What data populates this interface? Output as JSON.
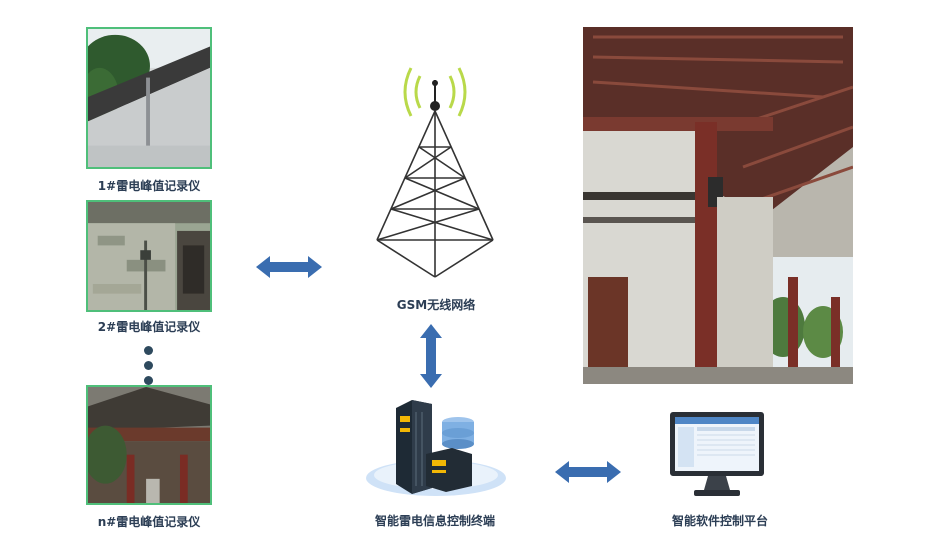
{
  "labels": {
    "recorder_1": "1#雷电峰值记录仪",
    "recorder_2": "2#雷电峰值记录仪",
    "recorder_n": "n#雷电峰值记录仪",
    "gsm_network": "GSM无线网络",
    "control_terminal": "智能雷电信息控制终端",
    "software_platform": "智能软件控制平台"
  },
  "colors": {
    "arrow": "#3a6db0",
    "photo_border": "#4fbf7a",
    "signal": "#b9d94a",
    "tower": "#333333",
    "label_text": "#2c3e55"
  }
}
